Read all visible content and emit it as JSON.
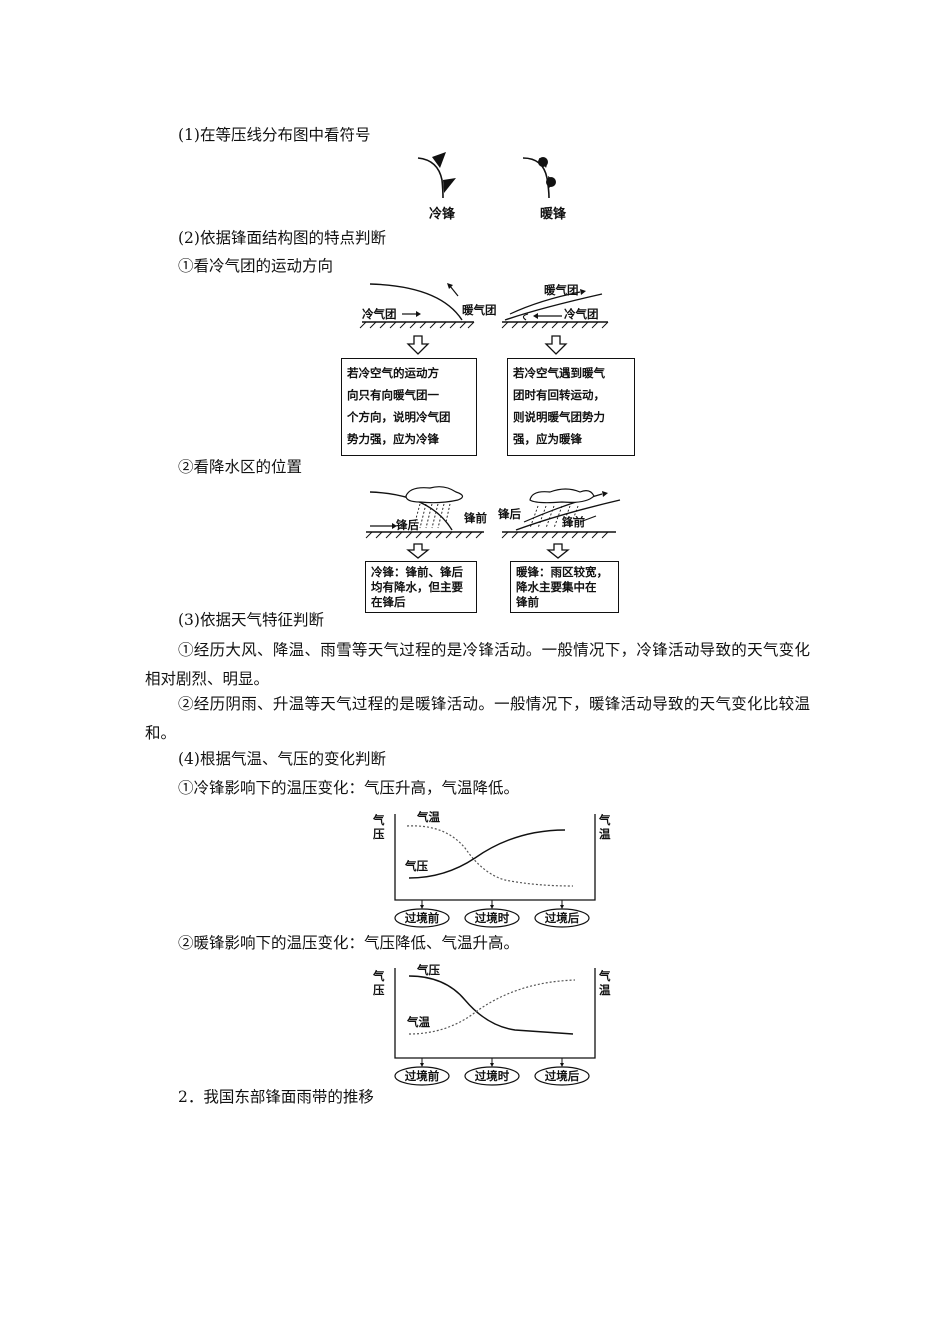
{
  "section1": {
    "item1_heading": "(1)在等压线分布图中看符号",
    "cold_front_label": "冷锋",
    "warm_front_label": "暖锋",
    "item2_heading": "(2)依据锋面结构图的特点判断",
    "sub1_heading": "①看冷气团的运动方向",
    "diagram1": {
      "left_cold_mass": "冷气团",
      "left_warm_mass": "暖气团",
      "right_warm_mass": "暖气团",
      "right_cold_mass": "冷气团",
      "left_box_lines": [
        "若冷空气的运动方",
        "向只有向暖气团一",
        "个方向，说明冷气团",
        "势力强，应为冷锋"
      ],
      "right_box_lines": [
        "若冷空气遇到暖气",
        "团时有回转运动，",
        "则说明暖气团势力",
        "强，应为暖锋"
      ]
    },
    "sub2_heading": "②看降水区的位置",
    "diagram2": {
      "left_behind": "锋后",
      "left_ahead": "锋前",
      "right_behind": "锋后",
      "right_ahead": "锋前",
      "left_box_lines": [
        "冷锋：锋前、锋后",
        "均有降水，但主要",
        "在锋后"
      ],
      "right_box_lines": [
        "暖锋：雨区较宽，",
        "降水主要集中在",
        "锋前"
      ]
    },
    "item3_heading": "(3)依据天气特征判断",
    "para1": "①经历大风、降温、雨雪等天气过程的是冷锋活动。一般情况下，冷锋活动导致的天气变化相对剧烈、明显。",
    "para2": "②经历阴雨、升温等天气过程的是暖锋活动。一般情况下，暖锋活动导致的天气变化比较温和。",
    "item4_heading": "(4)根据气温、气压的变化判断",
    "cold_front_change": "①冷锋影响下的温压变化：气压升高，气温降低。",
    "chart_cold": {
      "left_axis": [
        "气",
        "压"
      ],
      "right_axis": [
        "气",
        "温"
      ],
      "temp_label": "气温",
      "pressure_label": "气压",
      "stages": [
        "过境前",
        "过境时",
        "过境后"
      ]
    },
    "warm_front_change": "②暖锋影响下的温压变化：气压降低、气温升高。",
    "chart_warm": {
      "left_axis": [
        "气",
        "压"
      ],
      "right_axis": [
        "气",
        "温"
      ],
      "pressure_label": "气压",
      "temp_label": "气温",
      "stages": [
        "过境前",
        "过境时",
        "过境后"
      ]
    }
  },
  "section2_heading": "2．我国东部锋面雨带的推移"
}
